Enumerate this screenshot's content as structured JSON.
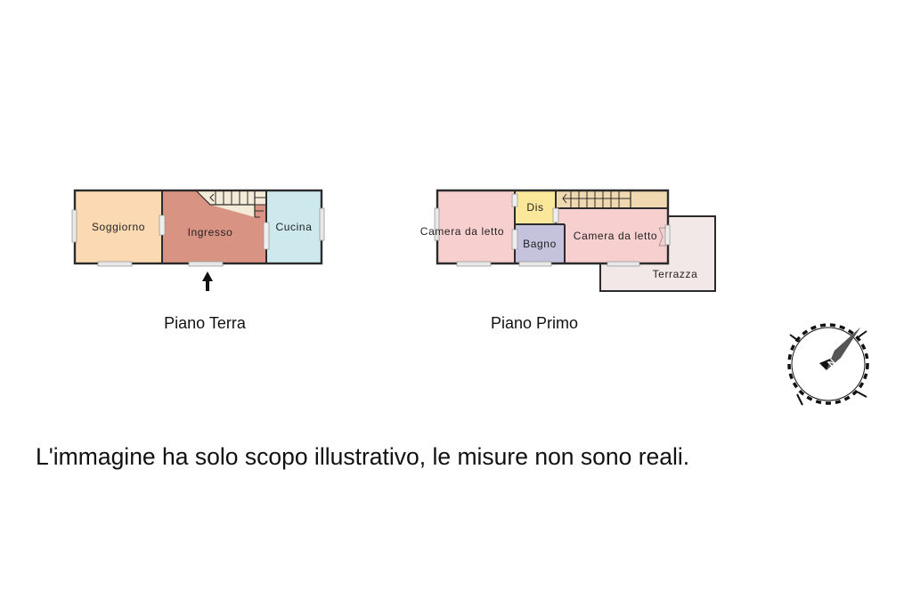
{
  "ground_floor": {
    "title": "Piano Terra",
    "rooms": {
      "soggiorno": "Soggiorno",
      "ingresso": "Ingresso",
      "cucina": "Cucina"
    }
  },
  "first_floor": {
    "title": "Piano Primo",
    "rooms": {
      "camera_1": "Camera da letto",
      "dis": "Dis",
      "bagno": "Bagno",
      "camera_2": "Camera da letto",
      "terrazza": "Terrazza"
    }
  },
  "colors": {
    "soggiorno": "#fbd9b3",
    "ingresso": "#d99383",
    "cucina": "#cde9ee",
    "camera": "#f8cfcf",
    "dis": "#fbe79a",
    "bagno": "#c4c2dd",
    "terrazza": "#f3e8e8",
    "stairs": "#f0d9b0",
    "wall": "#2b2b2b"
  },
  "compass": {
    "label": "N"
  },
  "disclaimer": "L'immagine ha solo scopo illustrativo, le misure non sono reali."
}
